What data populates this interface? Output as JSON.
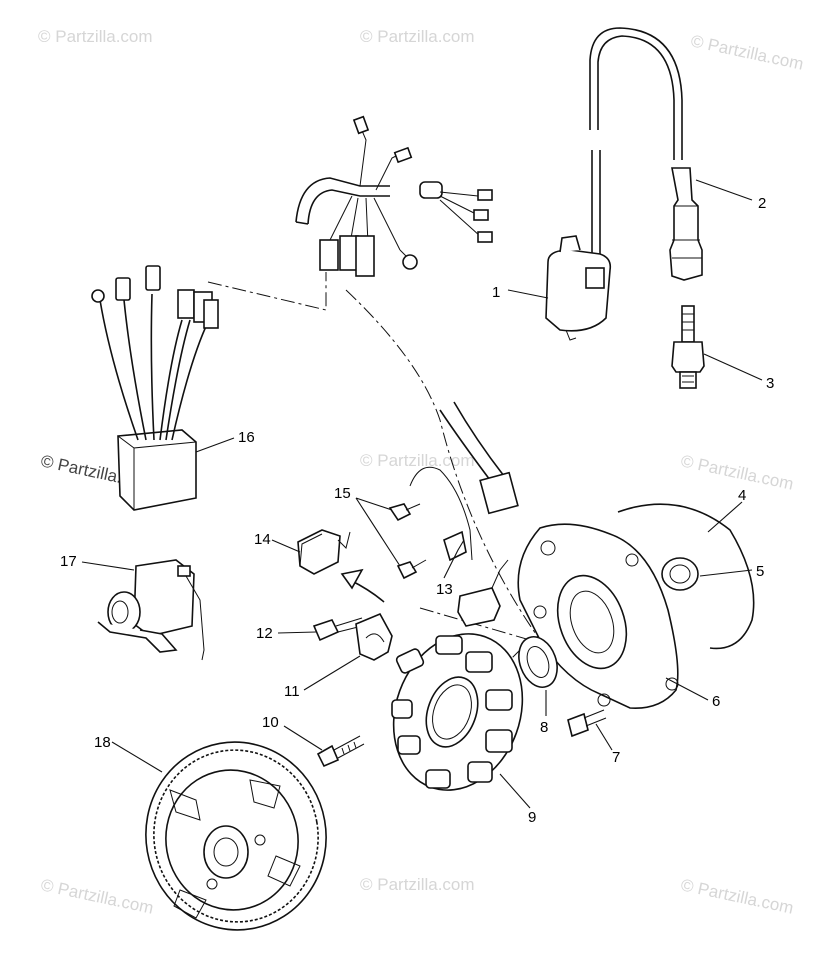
{
  "watermark": "© Partzilla.com",
  "callouts": [
    {
      "id": "1",
      "label": "1"
    },
    {
      "id": "2",
      "label": "2"
    },
    {
      "id": "3",
      "label": "3"
    },
    {
      "id": "4",
      "label": "4"
    },
    {
      "id": "5",
      "label": "5"
    },
    {
      "id": "6",
      "label": "6"
    },
    {
      "id": "7",
      "label": "7"
    },
    {
      "id": "8",
      "label": "8"
    },
    {
      "id": "9",
      "label": "9"
    },
    {
      "id": "10",
      "label": "10"
    },
    {
      "id": "11",
      "label": "11"
    },
    {
      "id": "12",
      "label": "12"
    },
    {
      "id": "13",
      "label": "13"
    },
    {
      "id": "14",
      "label": "14"
    },
    {
      "id": "15",
      "label": "15"
    },
    {
      "id": "16",
      "label": "16"
    },
    {
      "id": "17",
      "label": "17"
    },
    {
      "id": "18",
      "label": "18"
    }
  ]
}
